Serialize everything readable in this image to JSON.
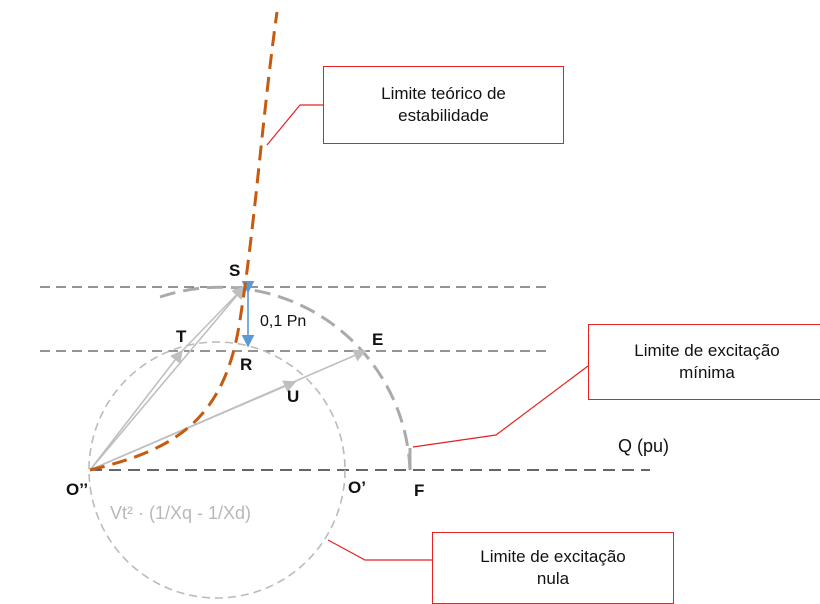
{
  "points": {
    "S": "S",
    "T": "T",
    "R": "R",
    "E": "E",
    "U": "U",
    "O2": "O’’",
    "O1": "O’",
    "F": "F"
  },
  "labels": {
    "delta": "0,1 Pn",
    "axis": "Q (pu)",
    "radius": "Vt² · (1/Xq - 1/Xd)"
  },
  "callouts": {
    "stability": [
      "Limite teórico de",
      "estabilidade"
    ],
    "min_excitation": [
      "Limite de excitação",
      "mínima"
    ],
    "null_excitation": [
      "Limite de excitação",
      "nula"
    ]
  },
  "colors": {
    "stability_curve": "#c55a11",
    "callout_border": "#e52222",
    "guide_lines": "#555555",
    "circle": "#bbbbbb",
    "vectors": "#bfbfbf",
    "delta_arrow": "#5b9bd5"
  }
}
